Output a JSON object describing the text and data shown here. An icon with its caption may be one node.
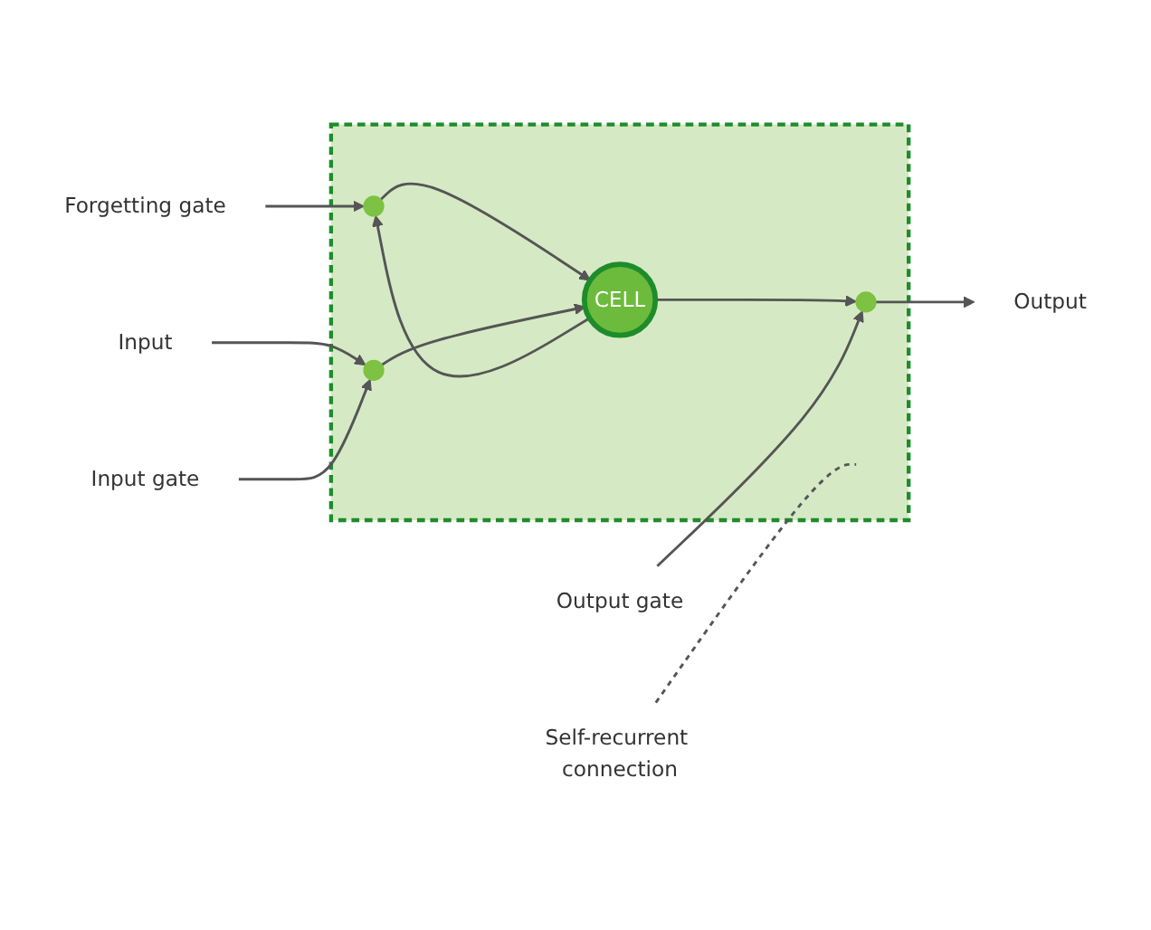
{
  "diagram": {
    "nodes": [
      {
        "text": [
          "Forgetting gate"
        ]
      },
      {
        "text": [
          "Self-recurrent connection"
        ]
      },
      {
        "text": [],
        "shape": "box"
      },
      {
        "text": [],
        "shape": "circle",
        "in": 2
      },
      {
        "text": [
          "Input"
        ]
      },
      {
        "text": [
          "CELL"
        ],
        "in": 2
      },
      {
        "text": [
          "Output"
        ]
      },
      {
        "text": [],
        "shape": "circle",
        "in": 2
      },
      {
        "text": [],
        "shape": "circle",
        "in": 2
      },
      {
        "text": [
          "Input gate"
        ]
      },
      {
        "text": [
          "Output gate"
        ]
      }
    ],
    "edges": [
      {
        "from": 0,
        "to": 3,
        "arrow": "to"
      },
      {
        "from": 5,
        "to": 3,
        "arrow": "to"
      },
      {
        "from": 3,
        "to": 5,
        "arrow": "to"
      },
      {
        "from": 1,
        "to": null,
        "arrow": "none",
        "style": "dashed"
      },
      {
        "from": 4,
        "to": 7,
        "arrow": "to"
      },
      {
        "from": 7,
        "to": 5,
        "arrow": "to"
      },
      {
        "from": 9,
        "to": 7,
        "arrow": "to"
      },
      {
        "from": 5,
        "to": 8,
        "arrow": "to"
      },
      {
        "from": 10,
        "to": 8,
        "arrow": "to"
      },
      {
        "from": 8,
        "to": 6,
        "arrow": "to"
      }
    ]
  }
}
